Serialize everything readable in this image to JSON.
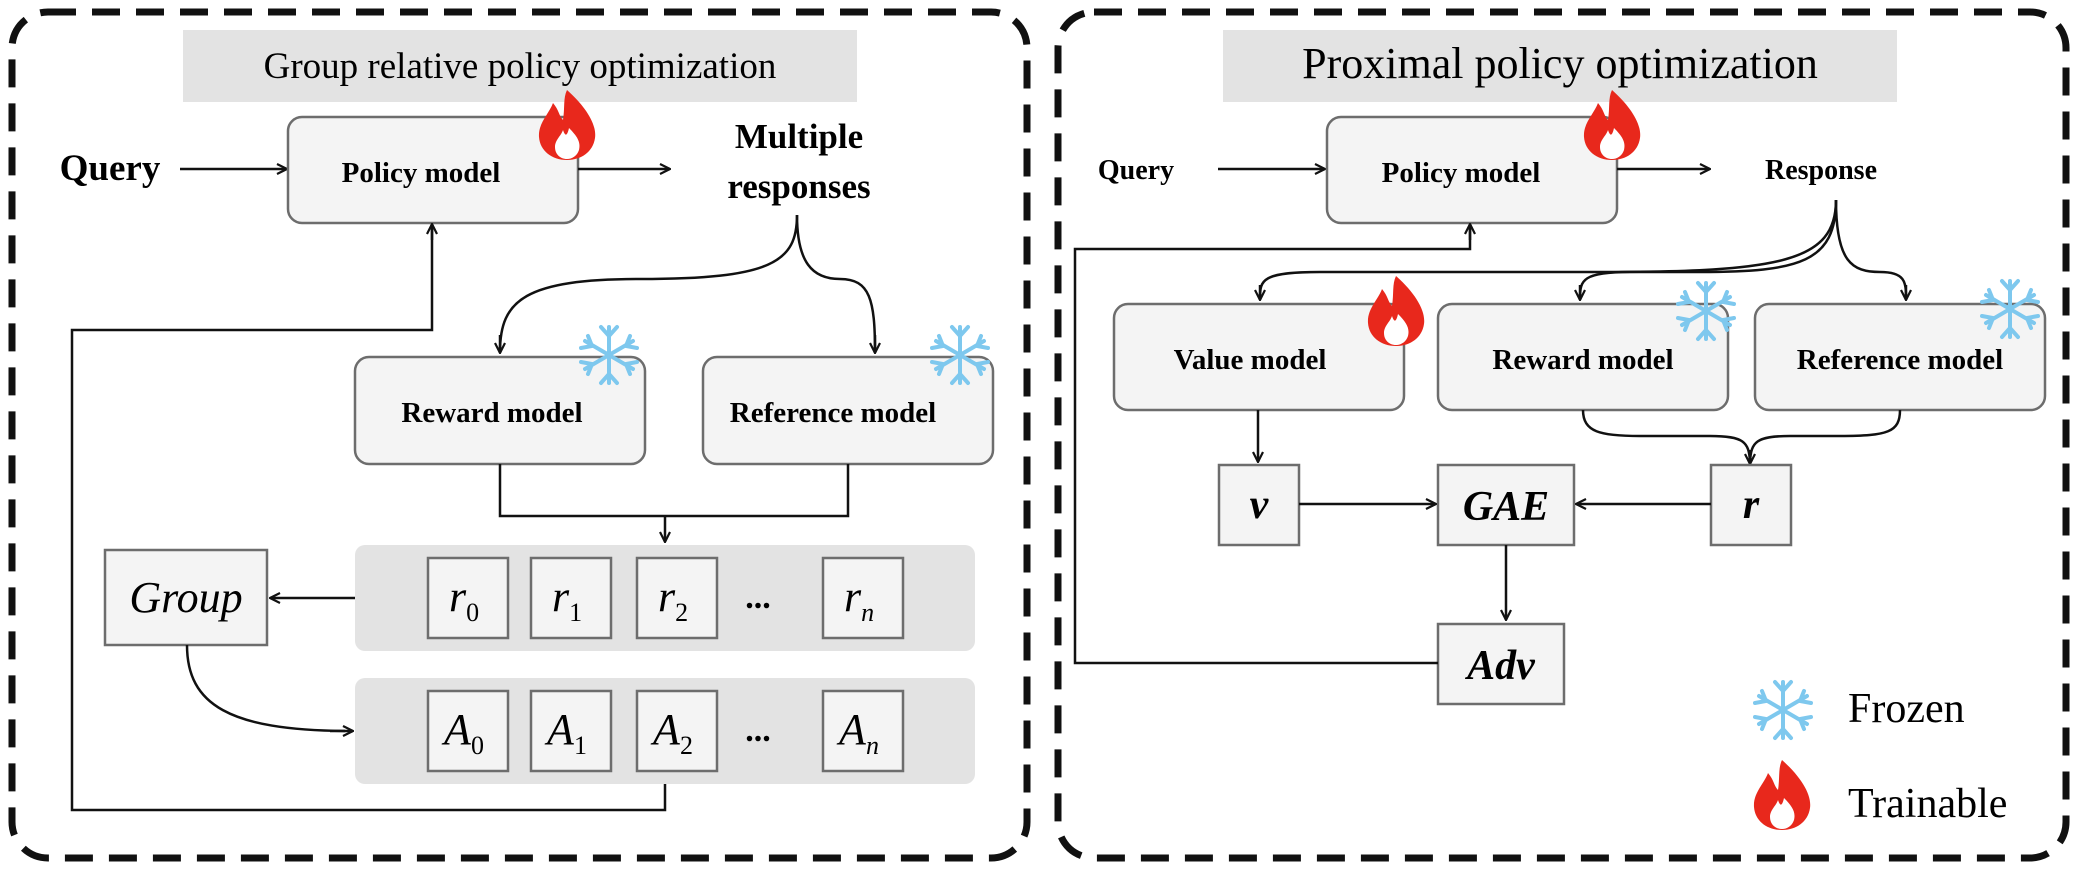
{
  "grpo": {
    "title": "Group relative policy optimization",
    "query": "Query",
    "policy": "Policy model",
    "multiple_line1": "Multiple",
    "multiple_line2": "responses",
    "reward": "Reward model",
    "reference": "Reference model",
    "group": "Group",
    "rewards": [
      {
        "letter": "r",
        "sub": "0"
      },
      {
        "letter": "r",
        "sub": "1"
      },
      {
        "letter": "r",
        "sub": "2"
      },
      {
        "letter": "r",
        "sub": "n"
      }
    ],
    "advantages": [
      {
        "letter": "A",
        "sub": "0"
      },
      {
        "letter": "A",
        "sub": "1"
      },
      {
        "letter": "A",
        "sub": "2"
      },
      {
        "letter": "A",
        "sub": "n"
      }
    ],
    "ellipsis": "..."
  },
  "ppo": {
    "title": "Proximal policy optimization",
    "query": "Query",
    "policy": "Policy model",
    "response": "Response",
    "value": "Value model",
    "reward": "Reward model",
    "reference": "Reference model",
    "v": "v",
    "gae": "GAE",
    "r": "r",
    "adv": "Adv"
  },
  "legend": {
    "frozen": "Frozen",
    "trainable": "Trainable"
  },
  "icons": {
    "frozen": "snowflake-icon",
    "trainable": "flame-icon"
  },
  "colors": {
    "flame": "#e8281c",
    "snowflake": "#7ec8ee",
    "box_fill": "#f4f4f4",
    "box_stroke": "#6d6d6d",
    "strip": "#e3e3e3"
  }
}
